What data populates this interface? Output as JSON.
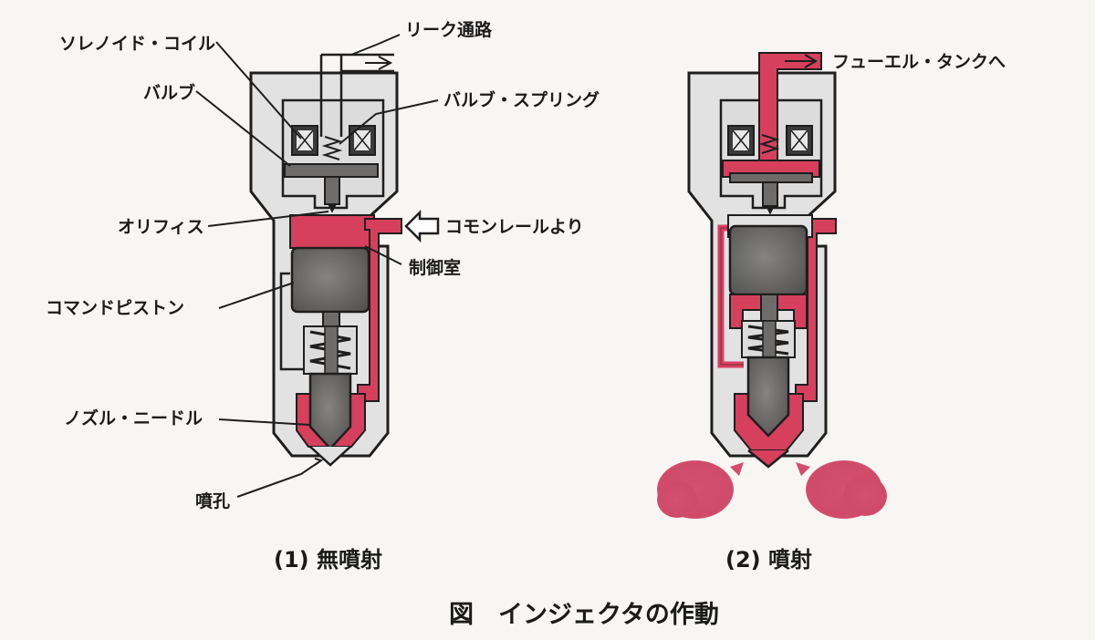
{
  "colors": {
    "fuel": "#d6405d",
    "spray": "#d24d6e",
    "body_fill": "#e2e2e2",
    "part_fill": "#6d6c6a",
    "outline": "#1e1e1e"
  },
  "labels": {
    "leak_path": "リーク通路",
    "solenoid_coil": "ソレノイド・コイル",
    "valve": "バルブ",
    "valve_spring": "バルブ・スプリング",
    "orifice": "オリフィス",
    "from_common_rail": "コモンレールより",
    "control_chamber": "制御室",
    "command_piston": "コマンドピストン",
    "nozzle_needle": "ノズル・ニードル",
    "nozzle_hole": "噴孔",
    "to_fuel_tank": "フューエル・タンクへ"
  },
  "captions": {
    "no_injection": "(1) 無噴射",
    "injection": "(2) 噴射"
  },
  "title": "図　インジェクタの作動"
}
